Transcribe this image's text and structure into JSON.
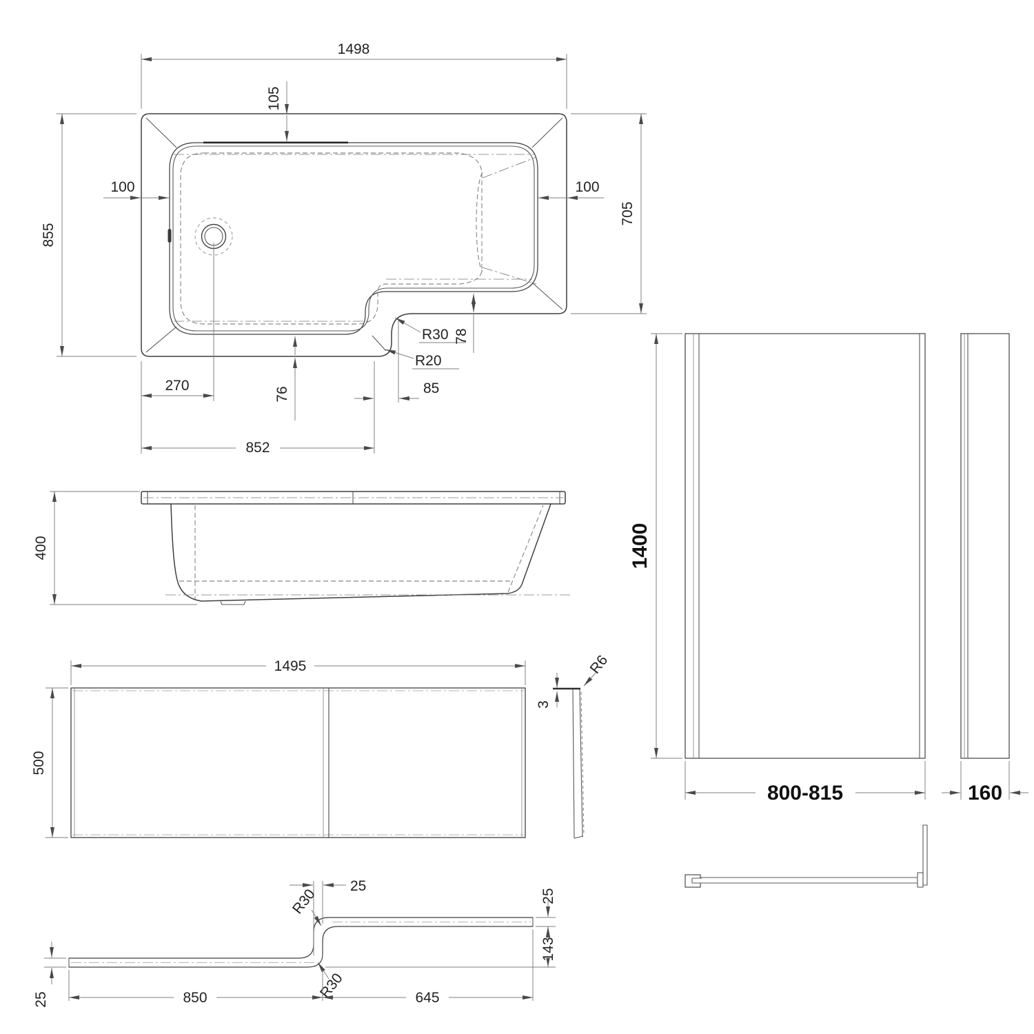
{
  "drawing": {
    "bath_plan": {
      "overall_length": "1498",
      "deck_top": "105",
      "overall_width": "855",
      "deck_left": "100",
      "deck_right": "100",
      "shower_end_width": "705",
      "step_radius_inner": "R30",
      "step_radius_outer": "R20",
      "seat_gap": "78",
      "drain_from_left": "270",
      "deck_bottom": "76",
      "step_offset": "85",
      "bathing_length": "852"
    },
    "bath_side": {
      "height": "400"
    },
    "front_panel": {
      "length": "1495",
      "height": "500",
      "thickness": "3",
      "corner_radius": "R6"
    },
    "panel_plan": {
      "step_width": "25",
      "end_thickness": "25",
      "return_depth": "143",
      "left_thickness": "25",
      "left_length": "850",
      "right_length": "645",
      "radius_upper": "R30",
      "radius_lower": "R30"
    },
    "screen": {
      "height": "1400",
      "width_range": "800-815",
      "fixed_panel": "160"
    }
  }
}
